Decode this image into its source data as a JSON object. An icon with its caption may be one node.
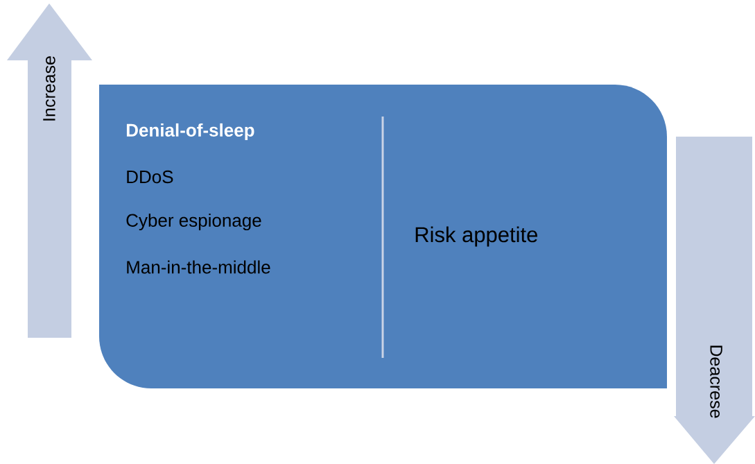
{
  "diagram": {
    "nodes": [
      {
        "text": [
          "Increase"
        ]
      },
      {
        "text": [
          "Denial-of-sleep",
          "DDoS",
          "Cyber espionage",
          "Man-in-the-middle",
          "Risk appetite"
        ]
      },
      {
        "text": [
          "Deacrese"
        ]
      }
    ],
    "edges": []
  }
}
